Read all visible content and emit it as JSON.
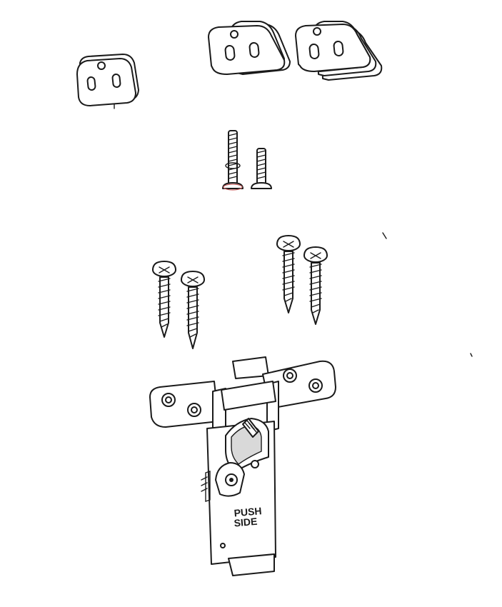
{
  "diagram": {
    "parts": [
      {
        "name": "mounting-plate-single",
        "count": 1
      },
      {
        "name": "mounting-plate-double-stack",
        "count": 2
      },
      {
        "name": "mounting-plate-triple-stack",
        "count": 3
      },
      {
        "name": "machine-screw",
        "count": 2
      },
      {
        "name": "wood-screw",
        "count": 4
      },
      {
        "name": "push-latch-mechanism",
        "count": 1
      }
    ],
    "latch_label_line1": "PUSH",
    "latch_label_line2": "SIDE"
  }
}
